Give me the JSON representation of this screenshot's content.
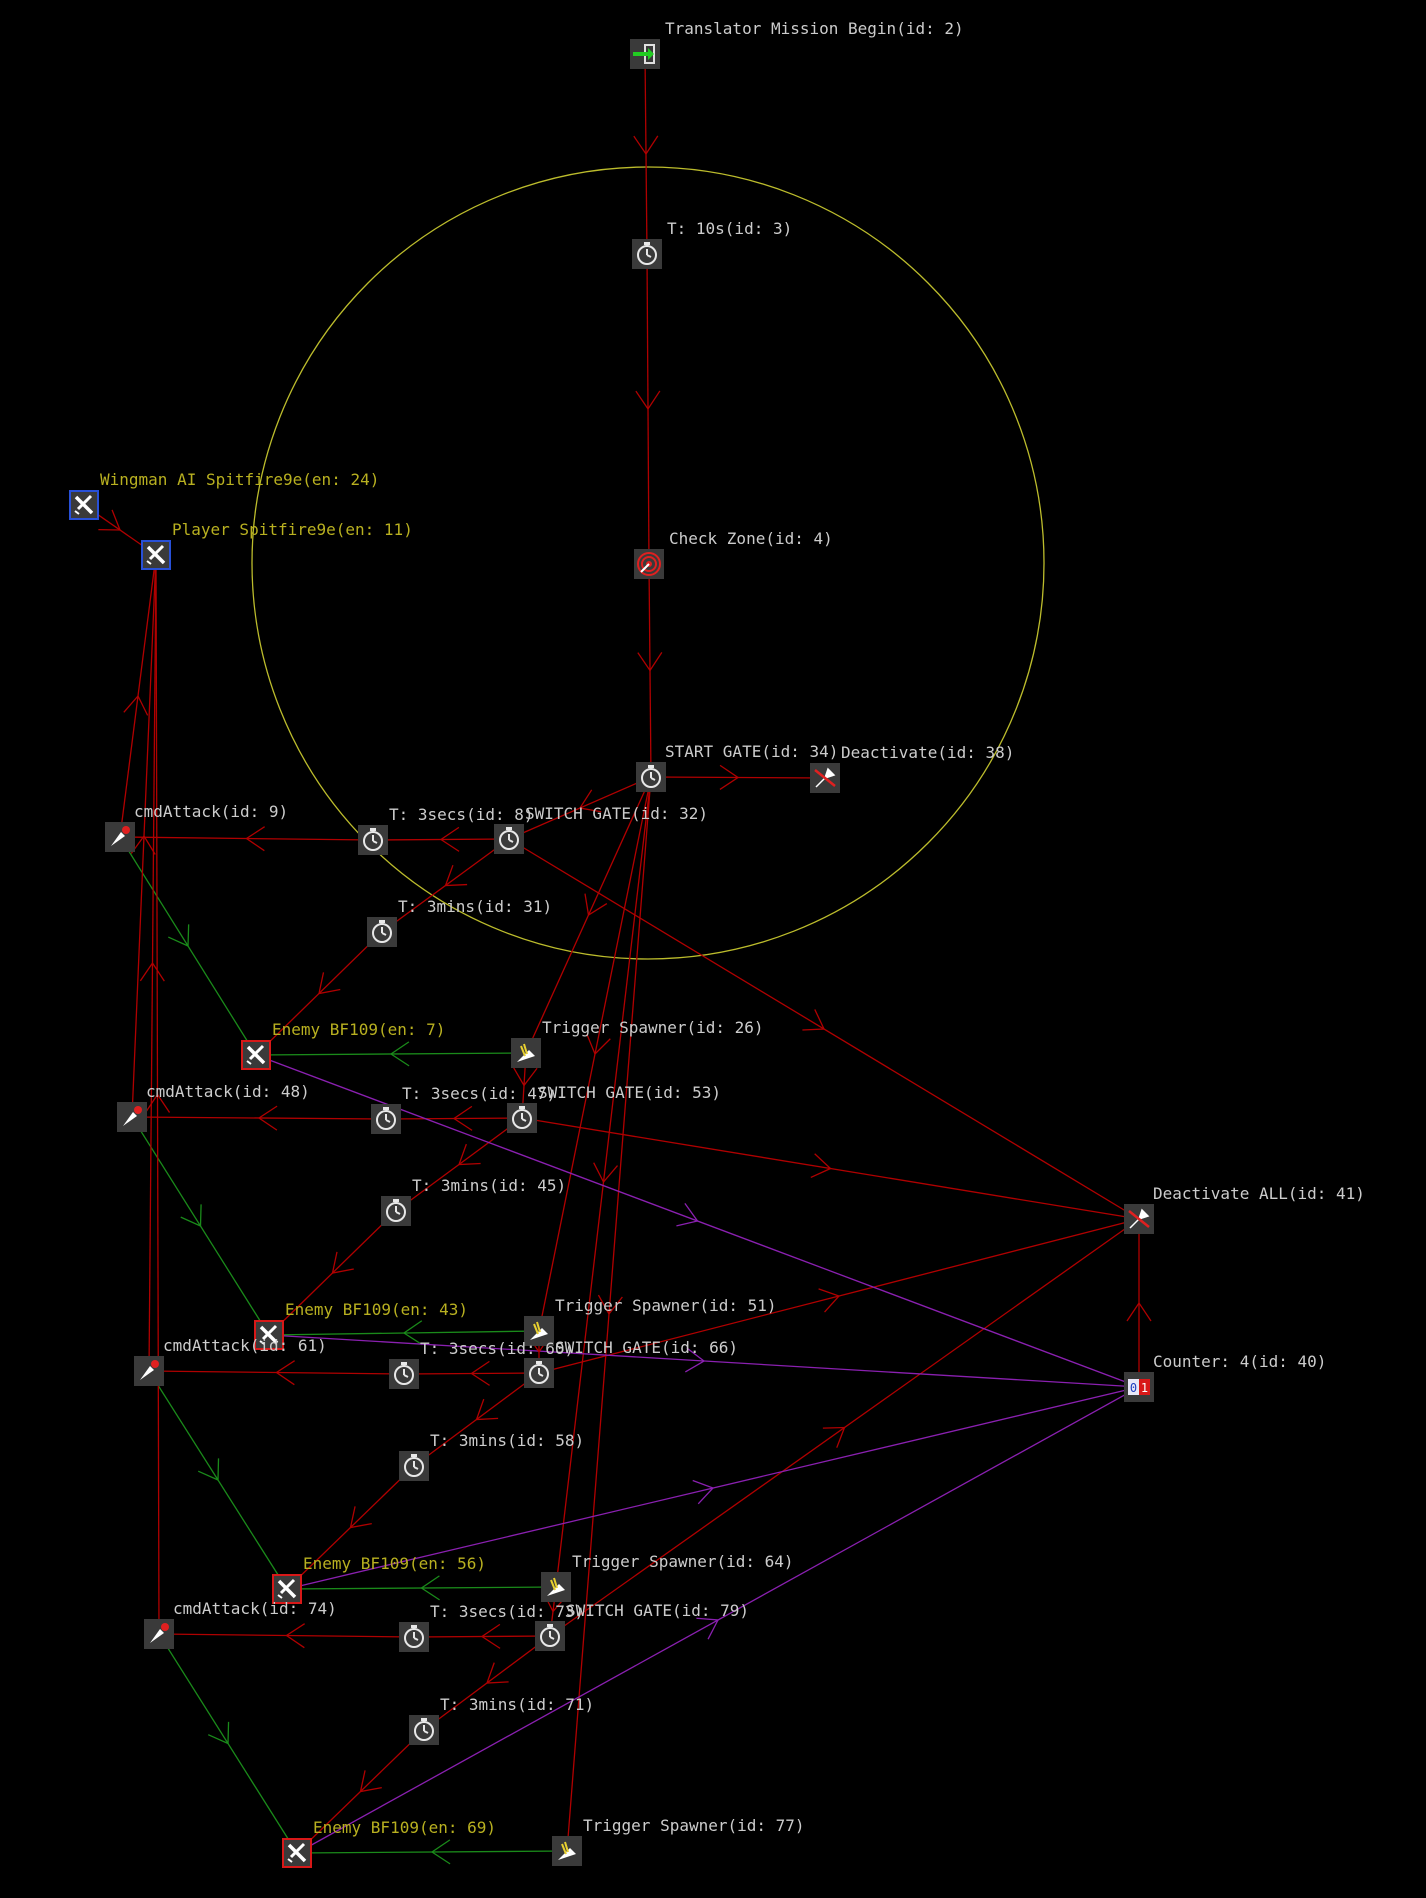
{
  "colors": {
    "background": "#000000",
    "zone_circle": "#bcbc2c",
    "link_object": "#b00000",
    "link_target": "#1a8a1a",
    "link_counter": "#8a20b0",
    "label_mcu": "#cccccc",
    "label_entity": "#b8b020",
    "player_frame": "#2850d8",
    "enemy_frame": "#d81818"
  },
  "nodes": [
    {
      "id": "n2",
      "label": "Translator Mission Begin(id: 2)",
      "kind": "mcu",
      "icon": "mission-begin-icon"
    },
    {
      "id": "n3",
      "label": "T: 10s(id: 3)",
      "kind": "mcu",
      "icon": "timer-icon"
    },
    {
      "id": "n4",
      "label": "Check Zone(id: 4)",
      "kind": "mcu",
      "icon": "check-zone-icon"
    },
    {
      "id": "n34",
      "label": "START GATE(id: 34)",
      "kind": "mcu",
      "icon": "timer-icon"
    },
    {
      "id": "n38",
      "label": "Deactivate(id: 38)",
      "kind": "mcu",
      "icon": "deactivate-icon"
    },
    {
      "id": "n24",
      "label": "Wingman AI Spitfire9e(en: 24)",
      "kind": "entity",
      "icon": "friendly-plane-icon"
    },
    {
      "id": "n11",
      "label": "Player Spitfire9e(en: 11)",
      "kind": "entity",
      "icon": "friendly-plane-icon"
    },
    {
      "id": "n9",
      "label": "cmdAttack(id: 9)",
      "kind": "mcu",
      "icon": "attack-command-icon"
    },
    {
      "id": "n8",
      "label": "T: 3secs(id: 8)",
      "kind": "mcu",
      "icon": "timer-icon"
    },
    {
      "id": "n32",
      "label": "SWITCH GATE(id: 32)",
      "kind": "mcu",
      "icon": "timer-icon"
    },
    {
      "id": "n31",
      "label": "T: 3mins(id: 31)",
      "kind": "mcu",
      "icon": "timer-icon"
    },
    {
      "id": "n7",
      "label": "Enemy BF109(en: 7)",
      "kind": "entity",
      "icon": "enemy-plane-icon"
    },
    {
      "id": "n26",
      "label": "Trigger Spawner(id: 26)",
      "kind": "mcu",
      "icon": "spawner-icon"
    },
    {
      "id": "n48",
      "label": "cmdAttack(id: 48)",
      "kind": "mcu",
      "icon": "attack-command-icon"
    },
    {
      "id": "n47",
      "label": "T: 3secs(id: 47)",
      "kind": "mcu",
      "icon": "timer-icon"
    },
    {
      "id": "n53",
      "label": "SWITCH GATE(id: 53)",
      "kind": "mcu",
      "icon": "timer-icon"
    },
    {
      "id": "n45",
      "label": "T: 3mins(id: 45)",
      "kind": "mcu",
      "icon": "timer-icon"
    },
    {
      "id": "n41",
      "label": "Deactivate ALL(id: 41)",
      "kind": "mcu",
      "icon": "deactivate-icon"
    },
    {
      "id": "n43",
      "label": "Enemy BF109(en: 43)",
      "kind": "entity",
      "icon": "enemy-plane-icon"
    },
    {
      "id": "n51",
      "label": "Trigger Spawner(id: 51)",
      "kind": "mcu",
      "icon": "spawner-icon"
    },
    {
      "id": "n61",
      "label": "cmdAttack(id: 61)",
      "kind": "mcu",
      "icon": "attack-command-icon"
    },
    {
      "id": "n60",
      "label": "T: 3secs(id: 60)",
      "kind": "mcu",
      "icon": "timer-icon"
    },
    {
      "id": "n66",
      "label": "SWITCH GATE(id: 66)",
      "kind": "mcu",
      "icon": "timer-icon"
    },
    {
      "id": "n40",
      "label": "Counter:  4(id: 40)",
      "kind": "mcu",
      "icon": "counter-icon"
    },
    {
      "id": "n58",
      "label": "T: 3mins(id: 58)",
      "kind": "mcu",
      "icon": "timer-icon"
    },
    {
      "id": "n56",
      "label": "Enemy BF109(en: 56)",
      "kind": "entity",
      "icon": "enemy-plane-icon"
    },
    {
      "id": "n64",
      "label": "Trigger Spawner(id: 64)",
      "kind": "mcu",
      "icon": "spawner-icon"
    },
    {
      "id": "n74",
      "label": "cmdAttack(id: 74)",
      "kind": "mcu",
      "icon": "attack-command-icon"
    },
    {
      "id": "n73",
      "label": "T: 3secs(id: 73)",
      "kind": "mcu",
      "icon": "timer-icon"
    },
    {
      "id": "n79",
      "label": "SWITCH GATE(id: 79)",
      "kind": "mcu",
      "icon": "timer-icon"
    },
    {
      "id": "n71",
      "label": "T: 3mins(id: 71)",
      "kind": "mcu",
      "icon": "timer-icon"
    },
    {
      "id": "n69",
      "label": "Enemy BF109(en: 69)",
      "kind": "entity",
      "icon": "enemy-plane-icon"
    },
    {
      "id": "n77",
      "label": "Trigger Spawner(id: 77)",
      "kind": "mcu",
      "icon": "spawner-icon"
    }
  ],
  "links": [
    {
      "from": "n2",
      "to": "n3",
      "type": "object"
    },
    {
      "from": "n3",
      "to": "n4",
      "type": "object"
    },
    {
      "from": "n4",
      "to": "n34",
      "type": "object"
    },
    {
      "from": "n34",
      "to": "n38",
      "type": "object"
    },
    {
      "from": "n34",
      "to": "n32",
      "type": "object"
    },
    {
      "from": "n34",
      "to": "n26",
      "type": "object"
    },
    {
      "from": "n34",
      "to": "n51",
      "type": "object"
    },
    {
      "from": "n34",
      "to": "n64",
      "type": "object"
    },
    {
      "from": "n34",
      "to": "n77",
      "type": "object"
    },
    {
      "from": "n32",
      "to": "n8",
      "type": "object"
    },
    {
      "from": "n8",
      "to": "n9",
      "type": "object"
    },
    {
      "from": "n32",
      "to": "n31",
      "type": "object"
    },
    {
      "from": "n31",
      "to": "n7",
      "type": "object"
    },
    {
      "from": "n32",
      "to": "n41",
      "type": "object"
    },
    {
      "from": "n26",
      "to": "n7",
      "type": "target"
    },
    {
      "from": "n9",
      "to": "n7",
      "type": "target"
    },
    {
      "from": "n9",
      "to": "n11",
      "type": "object"
    },
    {
      "from": "n24",
      "to": "n11",
      "type": "object"
    },
    {
      "from": "n53",
      "to": "n47",
      "type": "object"
    },
    {
      "from": "n47",
      "to": "n48",
      "type": "object"
    },
    {
      "from": "n53",
      "to": "n45",
      "type": "object"
    },
    {
      "from": "n45",
      "to": "n43",
      "type": "object"
    },
    {
      "from": "n53",
      "to": "n41",
      "type": "object"
    },
    {
      "from": "n51",
      "to": "n43",
      "type": "target"
    },
    {
      "from": "n48",
      "to": "n43",
      "type": "target"
    },
    {
      "from": "n48",
      "to": "n11",
      "type": "object"
    },
    {
      "from": "n66",
      "to": "n60",
      "type": "object"
    },
    {
      "from": "n60",
      "to": "n61",
      "type": "object"
    },
    {
      "from": "n66",
      "to": "n58",
      "type": "object"
    },
    {
      "from": "n58",
      "to": "n56",
      "type": "object"
    },
    {
      "from": "n66",
      "to": "n41",
      "type": "object"
    },
    {
      "from": "n64",
      "to": "n56",
      "type": "target"
    },
    {
      "from": "n61",
      "to": "n56",
      "type": "target"
    },
    {
      "from": "n61",
      "to": "n11",
      "type": "object"
    },
    {
      "from": "n79",
      "to": "n73",
      "type": "object"
    },
    {
      "from": "n73",
      "to": "n74",
      "type": "object"
    },
    {
      "from": "n79",
      "to": "n71",
      "type": "object"
    },
    {
      "from": "n71",
      "to": "n69",
      "type": "object"
    },
    {
      "from": "n79",
      "to": "n41",
      "type": "object"
    },
    {
      "from": "n77",
      "to": "n69",
      "type": "target"
    },
    {
      "from": "n74",
      "to": "n69",
      "type": "target"
    },
    {
      "from": "n74",
      "to": "n11",
      "type": "object"
    },
    {
      "from": "n40",
      "to": "n41",
      "type": "object"
    },
    {
      "from": "n7",
      "to": "n40",
      "type": "counter"
    },
    {
      "from": "n43",
      "to": "n40",
      "type": "counter"
    },
    {
      "from": "n56",
      "to": "n40",
      "type": "counter"
    },
    {
      "from": "n69",
      "to": "n40",
      "type": "counter"
    },
    {
      "from": "n26",
      "to": "n53",
      "type": "object"
    },
    {
      "from": "n51",
      "to": "n66",
      "type": "object"
    },
    {
      "from": "n64",
      "to": "n79",
      "type": "object"
    }
  ]
}
